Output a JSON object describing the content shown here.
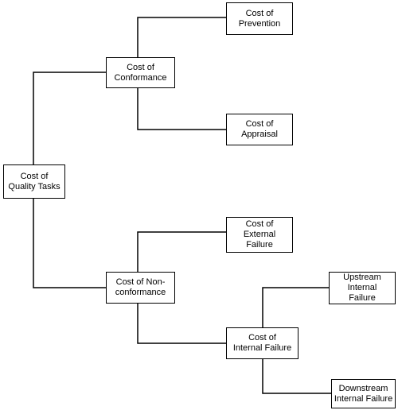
{
  "diagram": {
    "nodes": {
      "cost_of_quality_tasks": {
        "lines": [
          "Cost of",
          "Quality Tasks"
        ]
      },
      "cost_of_conformance": {
        "lines": [
          "Cost of",
          "Conformance"
        ]
      },
      "cost_of_prevention": {
        "lines": [
          "Cost of",
          "Prevention"
        ]
      },
      "cost_of_appraisal": {
        "lines": [
          "Cost of",
          "Appraisal"
        ]
      },
      "cost_of_nonconformance": {
        "lines": [
          "Cost of Non-",
          "conformance"
        ]
      },
      "cost_of_external_failure": {
        "lines": [
          "Cost of",
          "External",
          "Failure"
        ]
      },
      "cost_of_internal_failure": {
        "lines": [
          "Cost of",
          "Internal Failure"
        ]
      },
      "upstream_internal_failure": {
        "lines": [
          "Upstream",
          "Internal",
          "Failure"
        ]
      },
      "downstream_internal_failure": {
        "lines": [
          "Downstream",
          "Internal Failure"
        ]
      }
    },
    "edges": [
      {
        "from": "cost_of_quality_tasks",
        "to": "cost_of_conformance"
      },
      {
        "from": "cost_of_quality_tasks",
        "to": "cost_of_nonconformance"
      },
      {
        "from": "cost_of_conformance",
        "to": "cost_of_prevention"
      },
      {
        "from": "cost_of_conformance",
        "to": "cost_of_appraisal"
      },
      {
        "from": "cost_of_nonconformance",
        "to": "cost_of_external_failure"
      },
      {
        "from": "cost_of_nonconformance",
        "to": "cost_of_internal_failure"
      },
      {
        "from": "cost_of_internal_failure",
        "to": "upstream_internal_failure"
      },
      {
        "from": "cost_of_internal_failure",
        "to": "downstream_internal_failure"
      }
    ]
  }
}
